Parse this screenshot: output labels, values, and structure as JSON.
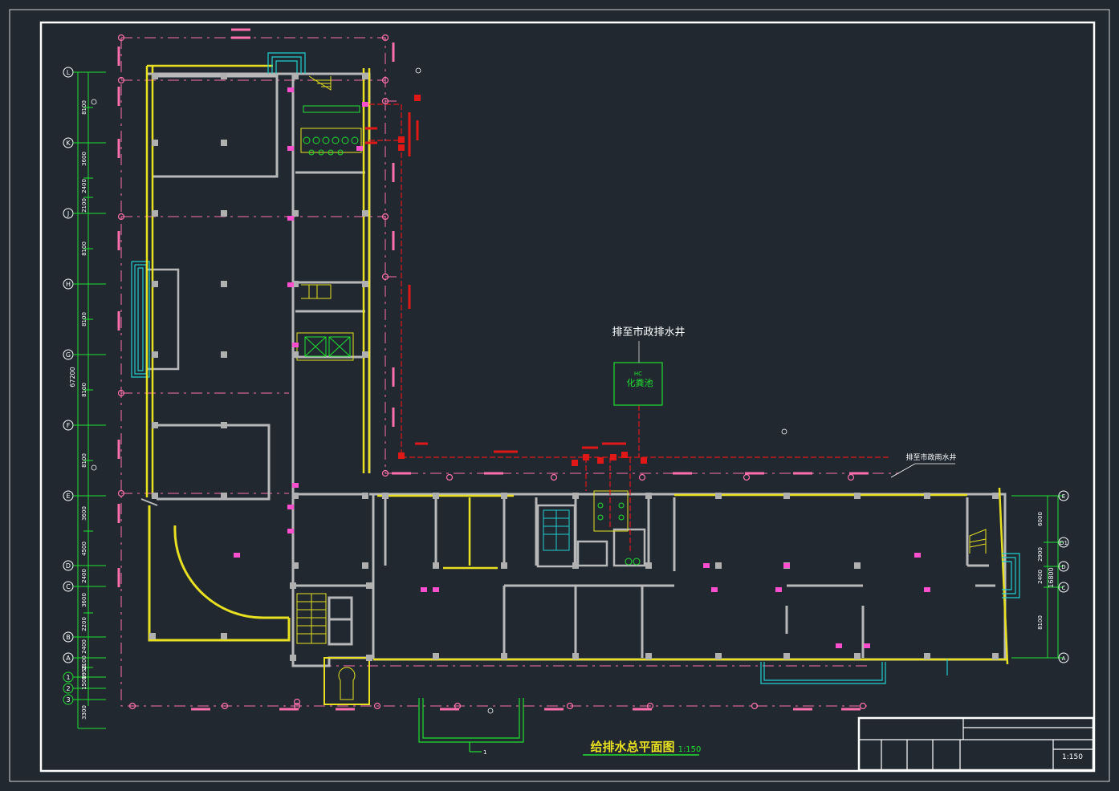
{
  "drawing": {
    "title": "给排水总平面图",
    "scale": "1:150",
    "title_block_scale": "1:150"
  },
  "annotations": {
    "to_municipal_drain": "排至市政排水井",
    "to_municipal_drain_2": "排至市政雨水井",
    "septic_tank_code": "HC",
    "septic_tank": "化粪池",
    "section_mark": "1"
  },
  "grid": {
    "left_axes": [
      "L",
      "K",
      "J",
      "H",
      "G",
      "F",
      "E",
      "D",
      "C",
      "B",
      "A",
      "1",
      "2",
      "3"
    ],
    "right_axes": [
      "E",
      "D1",
      "D",
      "C",
      "A"
    ],
    "left_dims": [
      "8100",
      "3600",
      "2400",
      "2100",
      "8100",
      "8100",
      "8100",
      "8100",
      "3600",
      "4500",
      "2400",
      "3600",
      "2200",
      "2400",
      "2100",
      "1950",
      "1500",
      "3300"
    ],
    "left_total": "67200",
    "right_dims": [
      "6000",
      "2900",
      "2400",
      "8100"
    ],
    "right_total": "16800"
  },
  "colors": {
    "background": "#212830",
    "wall": "#b8b8b8",
    "yellow": "#e8e020",
    "magenta": "#ff4fcf",
    "pink": "#ff6fae",
    "red": "#e01818",
    "green": "#20e030",
    "cyan": "#20d0d0",
    "white": "#ffffff"
  }
}
